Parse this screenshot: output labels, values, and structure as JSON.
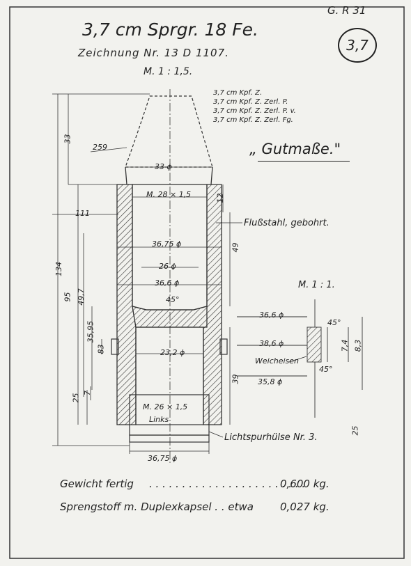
{
  "title": "3,7 cm Sprgr. 18 Fe.",
  "sheet_ref": "G. R 31",
  "badge": "3,7",
  "drawing_no": "Zeichnung  Nr.  13  D  1107.",
  "scale_main": "M. 1 : 1,5.",
  "fuzes": [
    "3,7 cm Kpf. Z.",
    "3,7 cm Kpf. Z. Zerl. P.",
    "3,7 cm Kpf. Z. Zerl. P. v.",
    "3,7 cm Kpf. Z. Zerl. Fg."
  ],
  "heading": "„ Gutmaße.\"",
  "dims": {
    "d259": "259",
    "d33phi": "33 ϕ",
    "thread_top": "M. 28 × 1,5",
    "d111": "111",
    "d12": "12",
    "material": "Flußstahl, gebohrt.",
    "d3675top": "36,75 ϕ",
    "d49": "49",
    "d26": "26 ϕ",
    "d366": "36,6 ϕ",
    "angle45": "45°",
    "d134": "134",
    "d33": "33",
    "d95": "95",
    "d497": "49,7",
    "d3595": "35,95",
    "d83": "83",
    "d232": "23,2 ϕ",
    "d25": "25",
    "d7": "7",
    "d39": "39",
    "thread_bottom": "M. 26 × 1,5",
    "links": "Links",
    "tracer": "Lichtspurhülse Nr. 3.",
    "d3675bottom": "36,75 ϕ",
    "scale_detail": "M. 1 : 1.",
    "det_366": "36,6 ϕ",
    "det_45a": "45°",
    "det_386": "38,6 ϕ",
    "det_74": "7,4",
    "det_83": "8,3",
    "weicheisen": "Weicheisen",
    "det_45b": "45°",
    "det_358": "35,8 ϕ",
    "det_25": "25"
  },
  "footer": {
    "weight_label": "Gewicht fertig",
    "weight_dots": ". . . . . . . . . . . . . . . . . . . . . . . .",
    "weight_value": "0,600 kg.",
    "charge_label": "Sprengstoff m. Duplexkapsel . . etwa",
    "charge_value": "0,027 kg."
  }
}
